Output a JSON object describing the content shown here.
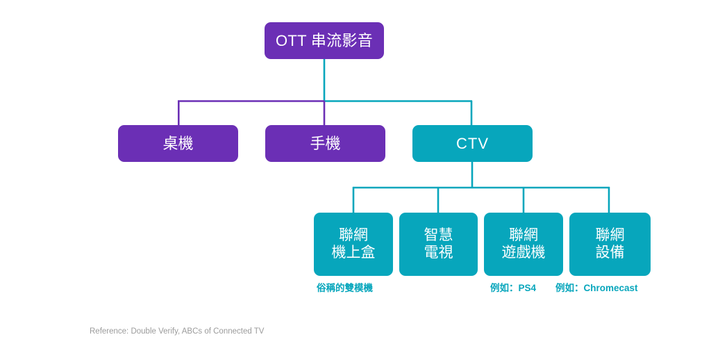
{
  "diagram": {
    "title_node": {
      "label": "OTT 串流影音",
      "color": "#6B2FB5"
    },
    "level2": [
      {
        "label": "桌機",
        "color": "#6B2FB5"
      },
      {
        "label": "手機",
        "color": "#6B2FB5"
      },
      {
        "label": "CTV",
        "color": "#07A6BC"
      }
    ],
    "level3": [
      {
        "line1": "聯網",
        "line2": "機上盒",
        "color": "#07A6BC",
        "caption": "俗稱的雙模機"
      },
      {
        "line1": "智慧",
        "line2": "電視",
        "color": "#07A6BC",
        "caption": ""
      },
      {
        "line1": "聯網",
        "line2": "遊戲機",
        "color": "#07A6BC",
        "caption": "例如：PS4"
      },
      {
        "line1": "聯網",
        "line2": "設備",
        "color": "#07A6BC",
        "caption": "例如：Chromecast"
      }
    ],
    "connector_colors": {
      "purple": "#6B2FB5",
      "teal": "#07A6BC"
    }
  },
  "footer": {
    "reference": "Reference: Double Verify, ABCs of Connected TV"
  }
}
